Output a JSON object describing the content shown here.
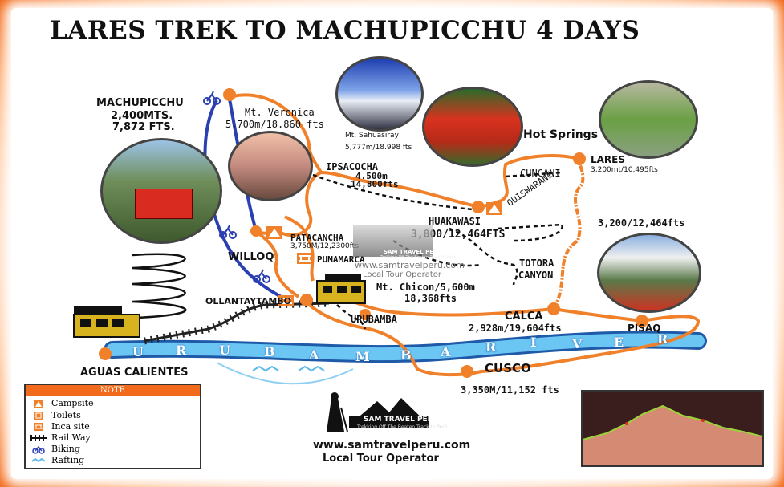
{
  "title": "LARES TREK TO MACHUPICCHU 4 DAYS",
  "colors": {
    "trail": "#f0812a",
    "rail_blue": "#2a3fb0",
    "river": "#3fa7e8",
    "frame": "#f26a1b",
    "legend_head": "#f26a1b"
  },
  "places": {
    "machupicchu": {
      "name": "MACHUPICCHU",
      "alt_m": "2,400MTS.",
      "alt_ft": "7,872 FTS."
    },
    "veronica": {
      "label": "Mt. Veronica",
      "alt": "5,700m/18.860 fts"
    },
    "sahuasiray": {
      "label": "Mt. Sahuasiray",
      "alt": "5,777m/18.998 fts"
    },
    "ipsacocha": {
      "label": "IPSACOCHA",
      "alt1": "4.500m",
      "alt2": "14,800fts"
    },
    "hot_springs": "Hot Springs",
    "lares": {
      "label": "LARES",
      "alt": "3,200mt/10,495fts"
    },
    "cuncani": "CUNCANI",
    "quiswarani": "QUISWARANI",
    "huakawasi": {
      "label": "HUAKAWASI",
      "alt": "3,800/12,464FTS"
    },
    "right_alt": "3,200/12,464fts",
    "patacancha": {
      "label": "PATACANCHA",
      "alt": "3,750M/12,2300fts"
    },
    "willoq": "WILLOQ",
    "pumamarca": "PUMAMARCA",
    "totora": {
      "line1": "TOTORA",
      "line2": "CANYON"
    },
    "chicon": {
      "label": "Mt. Chicon/5,600m",
      "alt": "18,368fts"
    },
    "ollantaytambo": "OLLANTAYTAMBO",
    "urubamba": "URUBAMBA",
    "calca": {
      "label": "CALCA",
      "alt": "2,928m/19,604fts"
    },
    "pisaq": "PISAQ",
    "cusco": {
      "label": "CUSCO",
      "alt": "3,350M/11,152 fts"
    },
    "aguas": "AGUAS CALIENTES"
  },
  "river_letters": [
    "U",
    "R",
    "U",
    "B",
    "A",
    "M",
    "B",
    "A",
    "R",
    "I",
    "V",
    "E",
    "R"
  ],
  "watermark": {
    "brand": "SAM TRAVEL PERU",
    "tagline": "Trekking Off The Beaten Track In Perú",
    "url": "www.samtravelperu.com",
    "operator": "Local Tour Operator"
  },
  "logo": {
    "brand": "SAM TRAVEL PERU",
    "tagline": "Trekking Off The Beaten Track In Perú",
    "url": "www.samtravelperu.com",
    "operator": "Local Tour Operator"
  },
  "legend": {
    "header": "NOTE",
    "items": [
      {
        "icon": "campsite-icon",
        "label": "Campsite"
      },
      {
        "icon": "toilets-icon",
        "label": "Toilets"
      },
      {
        "icon": "inca-site-icon",
        "label": "Inca site"
      },
      {
        "icon": "rail-way-icon",
        "label": "Rail Way"
      },
      {
        "icon": "biking-icon",
        "label": "Biking"
      },
      {
        "icon": "rafting-icon",
        "label": "Rafting"
      }
    ]
  }
}
